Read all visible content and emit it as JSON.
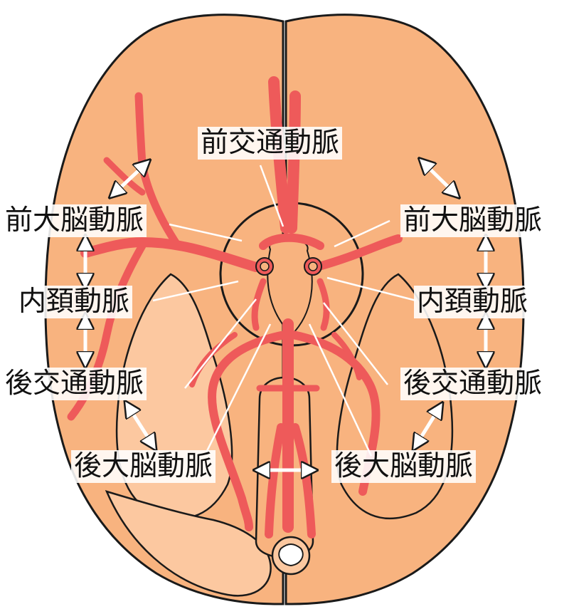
{
  "labels": {
    "aca_top": "前交通動脈",
    "mca_left": "前大脳動脈",
    "mca_right": "前大脳動脈",
    "ica_left": "内頚動脈",
    "ica_right": "内頚動脈",
    "pcom_left": "後交通動脈",
    "pcom_right": "後交通動脈",
    "pca_left": "後大脳動脈",
    "pca_right": "後大脳動脈"
  },
  "colors": {
    "brain": "#f8b37f",
    "brain_light": "#fcc8a0",
    "artery": "#ee5a5a",
    "outline": "#1a1a1a",
    "label_bg": "#ffffff"
  }
}
